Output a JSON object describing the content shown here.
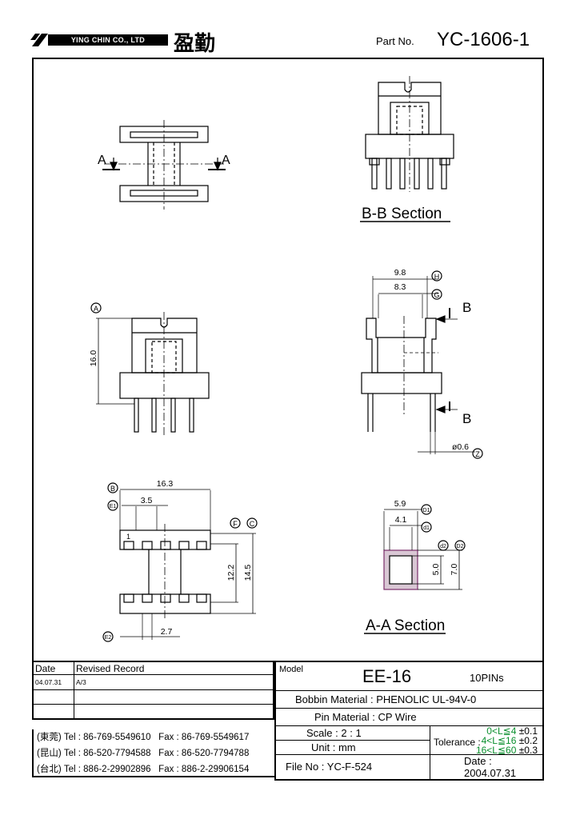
{
  "header": {
    "company_en": "YING CHIN CO., LTD",
    "company_cn": "盈勤",
    "part_no_label": "Part No.",
    "part_no": "YC-1606-1"
  },
  "sections": {
    "bb": "B-B Section",
    "aa": "A-A Section"
  },
  "labels": {
    "A": "A",
    "B": "B",
    "circ_A": "A",
    "circ_B": "B",
    "circ_C": "C",
    "circ_D1": "D1",
    "circ_d1": "d1",
    "circ_d2": "d2",
    "circ_D2": "D2",
    "circ_E1": "E1",
    "circ_E2": "E2",
    "circ_F": "F",
    "circ_G": "G",
    "circ_H": "H",
    "circ_Z": "Z",
    "pin1": "1"
  },
  "dimensions": {
    "d_9_8": "9.8",
    "d_8_3": "8.3",
    "d_16_0": "16.0",
    "d_0_6": "ø0.6",
    "d_16_3": "16.3",
    "d_3_5": "3.5",
    "d_12_2": "12.2",
    "d_14_5": "14.5",
    "d_2_7": "2.7",
    "d_5_9": "5.9",
    "d_4_1": "4.1",
    "d_5_0": "5.0",
    "d_7_0": "7.0"
  },
  "revision": {
    "date_header": "Date",
    "record_header": "Revised Record",
    "rows": [
      {
        "date": "04.07.31",
        "record": "A/3"
      },
      {
        "date": "",
        "record": ""
      },
      {
        "date": "",
        "record": ""
      }
    ]
  },
  "contacts": [
    {
      "city": "(東莞)",
      "tel": "Tel : 86-769-5549610",
      "fax": "Fax : 86-769-5549617"
    },
    {
      "city": "(昆山)",
      "tel": "Tel : 86-520-7794588",
      "fax": "Fax : 86-520-7794788"
    },
    {
      "city": "(台北)",
      "tel": "Tel : 886-2-29902896",
      "fax": "Fax : 886-2-29906154"
    }
  ],
  "info": {
    "model_label": "Model",
    "model": "EE-16",
    "pins": "10PINs",
    "bobbin_label": "Bobbin  Material :",
    "bobbin": "PHENOLIC UL-94V-0",
    "pin_label": "Pin  Material :",
    "pin": "CP Wire",
    "scale_label": "Scale :",
    "scale": "2 : 1",
    "unit_label": "Unit :",
    "unit": "mm",
    "tolerance_label": "Tolerance :",
    "tol_rows": [
      {
        "range": "0<L≦4",
        "value": "±0.1"
      },
      {
        "range": "4<L≦16",
        "value": "±0.2"
      },
      {
        "range": "16<L≦60",
        "value": "±0.3"
      }
    ],
    "file_label": "File  No :",
    "file_no": "YC-F-524",
    "date_label": "Date :",
    "date": "2004.07.31"
  }
}
